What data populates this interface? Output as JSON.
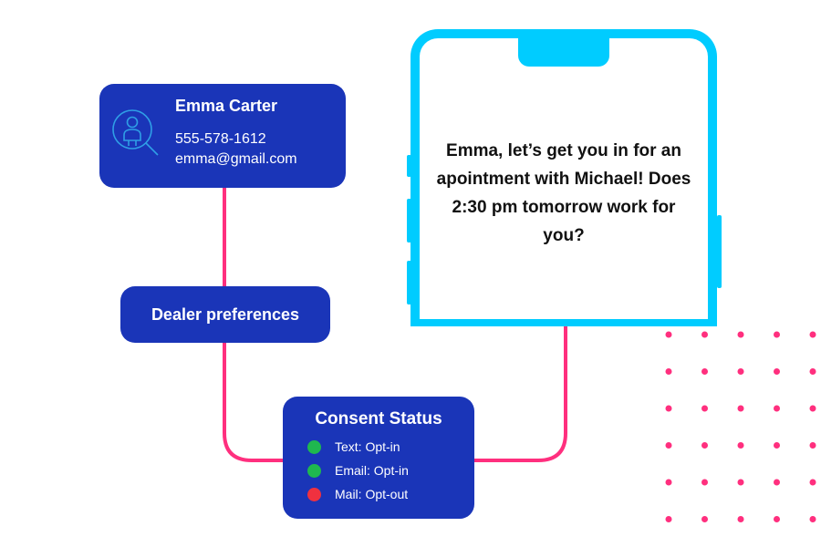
{
  "contact": {
    "name": "Emma Carter",
    "phone": "555-578-1612",
    "email": "emma@gmail.com",
    "avatar_icon": "person-search-icon"
  },
  "dealer_preferences": {
    "label": "Dealer preferences"
  },
  "consent": {
    "title": "Consent Status",
    "items": [
      {
        "label": "Text: Opt-in",
        "status": "opt-in",
        "color": "#1fb84f"
      },
      {
        "label": "Email: Opt-in",
        "status": "opt-in",
        "color": "#1fb84f"
      },
      {
        "label": "Mail: Opt-out",
        "status": "opt-out",
        "color": "#f0313f"
      }
    ]
  },
  "phone": {
    "message": "Emma, let’s get you in for an apointment with Michael! Does 2:30 pm tomorrow work for you?"
  },
  "colors": {
    "card": "#1a35b8",
    "connector": "#ff2f7e",
    "phone_frame": "#00ccff",
    "decor_dots": "#ff2f7e"
  }
}
